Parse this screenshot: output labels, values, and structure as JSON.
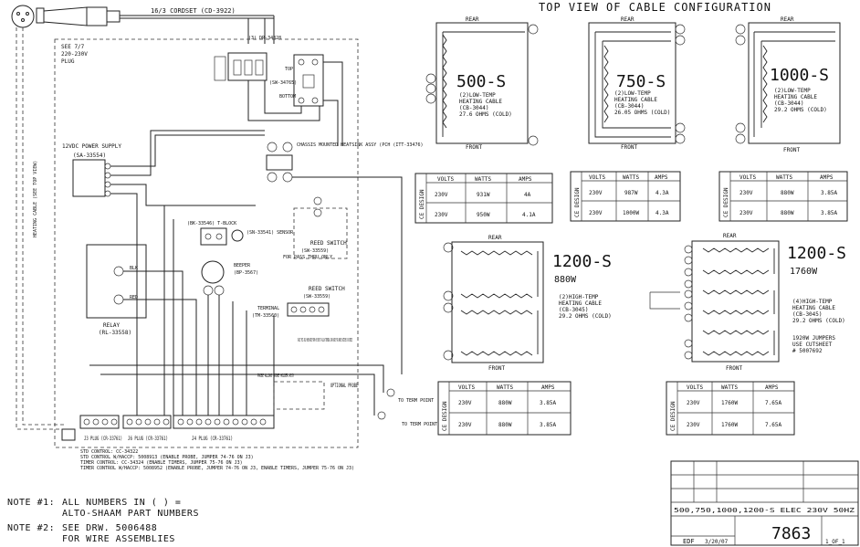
{
  "top_title": "TOP VIEW OF CABLE CONFIGURATION",
  "cordset": {
    "label": "16/3 CORDSET (CD-3922)"
  },
  "schematic": {
    "see_note": "SEE 7/7",
    "voltage": "220-230V",
    "plug": "PLUG",
    "drawer_part": "(3) DR-34828",
    "power_supply": "12VDC POWER SUPPLY",
    "power_supply_part": "(SA-33554)",
    "chassis": "CHASSIS MOUNTED HEATSINK ASSY (PCH (ITT-33476)",
    "relay": "RELAY",
    "relay_part": "(RL-33558)",
    "t_block": "(BK-33546) T-BLOCK",
    "sensor": "(SN-33541) SENSOR",
    "beeper": "BEEPER",
    "beeper_part": "(BP-3567)",
    "reed_pass": "REED SWITCH",
    "reed_pass_part": "(SW-33559)",
    "reed_pass_only": "FOR PASS THRU ONLY",
    "reed2": "REED SWITCH",
    "reed2_part": "(SW-33559)",
    "terminal": "TERMINAL",
    "terminal_part": "(TM-33560)",
    "wire_note": "PLACE THIS ONLY WHEN WIRE FROM #3 EVEN TO ALLOW TERMINAL SPAN WIRE FOR ABOVE SWITCHES ON SERIES",
    "optional_probe": "OPTIONAL PROBE",
    "probe_note": "PROBE ALLOWS PROBE HOLDER ASSY",
    "to_term_point_1": "TO TERM POINT",
    "to_term_point_2": "TO TERM POINT",
    "j3_plug": "J3 PLUG (CR-33761)",
    "j6_plug": "J6 PLUG (CR-33761)",
    "j4_plug": "J4 PLUG (CR-33761)",
    "std_control": "STD CONTROL: CC-34322",
    "std_haccp": "STD CONTROL W/HACCP: 5008913 (ENABLE PROBE, JUMPER 74-76 ON J3)",
    "timer_control": "TIMER CONTROL: CC-34324 (ENABLE TIMERS, JUMPER 75-76 ON J3)",
    "timer_haccp": "TIMER CONTROL W/HACCP: 5008952 (ENABLE PROBE, JUMPER 74-76 ON J3, ENABLE TIMERS, JUMPER 75-76 ON J3)",
    "side_label": "HEATING CABLE (SEE TOP VIEW)",
    "blk": "BLK",
    "red": "RED",
    "top": "TOP",
    "bottom": "BOTTOM",
    "switch_part": "(SW-34765)"
  },
  "notes": {
    "n1_label": "NOTE #1:",
    "n1_line1": "ALL NUMBERS IN ( ) =",
    "n1_line2": "ALTO-SHAAM PART NUMBERS",
    "n2_label": "NOTE #2:",
    "n2_line1": "SEE DRW. 5006488",
    "n2_line2": "FOR WIRE ASSEMBLIES"
  },
  "models": {
    "m500": {
      "name": "500-S",
      "rear": "REAR",
      "front": "FRONT",
      "d1": "(2)LOW-TEMP",
      "d2": "HEATING CABLE",
      "d3": "(CB-3044)",
      "d4": "27.6 OHMS (COLD)",
      "table": {
        "header": [
          "VOLTS",
          "WATTS",
          "AMPS"
        ],
        "rows": [
          [
            "230V",
            "931W",
            "4A"
          ],
          [
            "230V",
            "950W",
            "4.1A"
          ]
        ],
        "side": "CE DESIGN"
      }
    },
    "m750": {
      "name": "750-S",
      "rear": "REAR",
      "front": "FRONT",
      "d1": "(2)LOW-TEMP",
      "d2": "HEATING CABLE",
      "d3": "(CB-3044)",
      "d4": "26.05 OHMS (COLD)",
      "table": {
        "header": [
          "VOLTS",
          "WATTS",
          "AMPS"
        ],
        "rows": [
          [
            "230V",
            "987W",
            "4.3A"
          ],
          [
            "230V",
            "1000W",
            "4.3A"
          ]
        ],
        "side": "CE DESIGN"
      }
    },
    "m1000": {
      "name": "1000-S",
      "rear": "REAR",
      "front": "FRONT",
      "d1": "(2)LOW-TEMP",
      "d2": "HEATING CABLE",
      "d3": "(CB-3044)",
      "d4": "29.2 OHMS (COLD)",
      "table": {
        "header": [
          "VOLTS",
          "WATTS",
          "AMPS"
        ],
        "rows": [
          [
            "230V",
            "880W",
            "3.85A"
          ],
          [
            "230V",
            "880W",
            "3.85A"
          ]
        ],
        "side": "CE DESIGN"
      }
    },
    "m1200a": {
      "name": "1200-S",
      "watts": "880W",
      "rear": "REAR",
      "front": "FRONT",
      "d1": "(2)HIGH-TEMP",
      "d2": "HEATING CABLE",
      "d3": "(CB-3045)",
      "d4": "29.2 OHMS (COLD)",
      "table": {
        "header": [
          "VOLTS",
          "WATTS",
          "AMPS"
        ],
        "rows": [
          [
            "230V",
            "880W",
            "3.85A"
          ],
          [
            "230V",
            "880W",
            "3.85A"
          ]
        ],
        "side": "CE DESIGN"
      }
    },
    "m1200b": {
      "name": "1200-S",
      "watts": "1760W",
      "rear": "REAR",
      "front": "FRONT",
      "d1": "(4)HIGH-TEMP",
      "d2": "HEATING CABLE",
      "d3": "(CB-3045)",
      "d4": "29.2 OHMS (COLD)",
      "j1": "1920W JUMPERS",
      "j2": "USE CUTSHEET",
      "j3": "# 5007692",
      "table": {
        "header": [
          "VOLTS",
          "WATTS",
          "AMPS"
        ],
        "rows": [
          [
            "230V",
            "1760W",
            "7.65A"
          ],
          [
            "230V",
            "1760W",
            "7.65A"
          ]
        ],
        "side": "CE DESIGN"
      }
    }
  },
  "title_block": {
    "description": "500,750,1000,1200-S ELEC 230V 50HZ",
    "drawn": "EDF",
    "date": "3/20/07",
    "number": "7863",
    "sheet": "1_OF_1"
  }
}
